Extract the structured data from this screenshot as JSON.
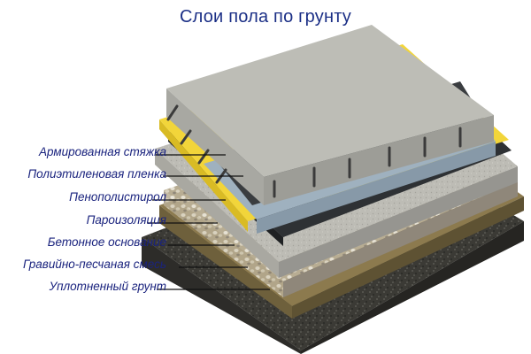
{
  "title": "Слои пола по грунту",
  "layers": [
    {
      "label": "Армированная стяжка"
    },
    {
      "label": "Полиэтиленовая пленка"
    },
    {
      "label": "Пенополистирол"
    },
    {
      "label": "Пароизоляция"
    },
    {
      "label": "Бетонное основание"
    },
    {
      "label": "Гравийно-песчаная смесь"
    },
    {
      "label": "Уплотненный грунт"
    }
  ],
  "colors": {
    "title": "#1b2f86",
    "label": "#1a237e",
    "screed": "#b9b9b3",
    "insulation": "#f2d53a",
    "film": "#2e3134",
    "polystyrene": "#9fb1bf",
    "concrete": "#cfcfc8",
    "gravel": "#c9c2ae",
    "soil": "#3a3a36"
  }
}
